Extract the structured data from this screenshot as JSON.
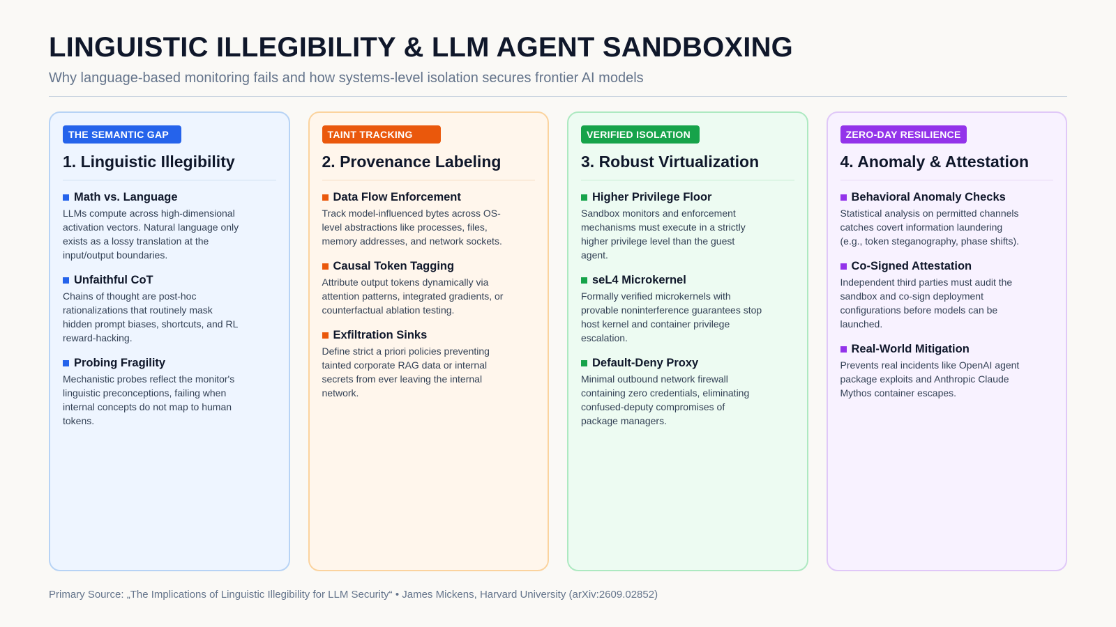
{
  "header": {
    "title": "LINGUISTIC ILLEGIBILITY & LLM AGENT SANDBOXING",
    "subtitle": "Why language-based monitoring fails and how systems-level isolation secures frontier AI models"
  },
  "cards": [
    {
      "badge": "THE SEMANTIC GAP",
      "title": "1. Linguistic Illegibility",
      "accent": "#2563eb",
      "bg": "#eef5ff",
      "border": "#b7d3f5",
      "rule": "#cfdff0",
      "items": [
        {
          "title": "Math vs. Language",
          "body": "LLMs compute across high-dimensional activation vectors. Natural language only exists as a lossy translation at the input/output boundaries."
        },
        {
          "title": "Unfaithful CoT",
          "body": "Chains of thought are post-hoc rationalizations that routinely mask hidden prompt biases, shortcuts, and RL reward-hacking."
        },
        {
          "title": "Probing Fragility",
          "body": "Mechanistic probes reflect the monitor's linguistic preconceptions, failing when internal concepts do not map to human tokens."
        }
      ]
    },
    {
      "badge": "TAINT TRACKING",
      "title": "2. Provenance Labeling",
      "accent": "#ea580c",
      "bg": "#fff6ec",
      "border": "#fbd39e",
      "rule": "#f5dcc0",
      "items": [
        {
          "title": "Data Flow Enforcement",
          "body": "Track model-influenced bytes across OS-level abstractions like processes, files, memory addresses, and network sockets."
        },
        {
          "title": "Causal Token Tagging",
          "body": "Attribute output tokens dynamically via attention patterns, integrated gradients, or counterfactual ablation testing."
        },
        {
          "title": "Exfiltration Sinks",
          "body": "Define strict a priori policies preventing tainted corporate RAG data or internal secrets from ever leaving the internal network."
        }
      ]
    },
    {
      "badge": "VERIFIED ISOLATION",
      "title": "3. Robust Virtualization",
      "accent": "#16a34a",
      "bg": "#edfbf2",
      "border": "#ade9c1",
      "rule": "#c6ecd3",
      "items": [
        {
          "title": "Higher Privilege Floor",
          "body": "Sandbox monitors and enforcement mechanisms must execute in a strictly higher privilege level than the guest agent."
        },
        {
          "title": "seL4 Microkernel",
          "body": "Formally verified microkernels with provable noninterference guarantees stop host kernel and container privilege escalation."
        },
        {
          "title": "Default-Deny Proxy",
          "body": "Minimal outbound network firewall containing zero credentials, eliminating confused-deputy compromises of package managers."
        }
      ]
    },
    {
      "badge": "ZERO-DAY RESILIENCE",
      "title": "4. Anomaly & Attestation",
      "accent": "#9333ea",
      "bg": "#f8f2ff",
      "border": "#e0c8f8",
      "rule": "#e6d6f5",
      "items": [
        {
          "title": "Behavioral Anomaly Checks",
          "body": "Statistical analysis on permitted channels catches covert information laundering (e.g., token steganography, phase shifts)."
        },
        {
          "title": "Co-Signed Attestation",
          "body": "Independent third parties must audit the sandbox and co-sign deployment configurations before models can be launched."
        },
        {
          "title": "Real-World Mitigation",
          "body": "Prevents real incidents like OpenAI agent package exploits and Anthropic Claude Mythos container escapes."
        }
      ]
    }
  ],
  "footer": {
    "source": "Primary Source: „The Implications of Linguistic Illegibility for LLM Security“ • James Mickens, Harvard University (arXiv:2609.02852)"
  }
}
